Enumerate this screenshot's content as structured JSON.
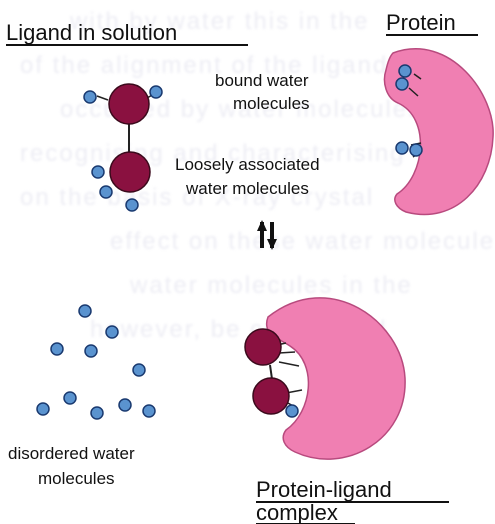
{
  "background_text": [
    "with by water this in the",
    "of the alignment of the ligand",
    "occupied by water molecules",
    "recognising and characterising",
    "on the basis of X-ray crystal",
    "effect on these water molecules",
    "water molecules in the",
    "however, be considered"
  ],
  "labels": {
    "ligand_in_solution": "Ligand in solution",
    "protein": "Protein",
    "bound_water_line1": "bound water",
    "bound_water_line2": "molecules",
    "loose_water_line1": "Loosely associated",
    "loose_water_line2": "water molecules",
    "disordered_line1": "disordered water",
    "disordered_line2": "molecules",
    "complex_line1": "Protein-ligand",
    "complex_line2": "complex"
  },
  "colors": {
    "ligand": "#8a1140",
    "water": "#5a93cf",
    "protein": "#f07fb2"
  }
}
